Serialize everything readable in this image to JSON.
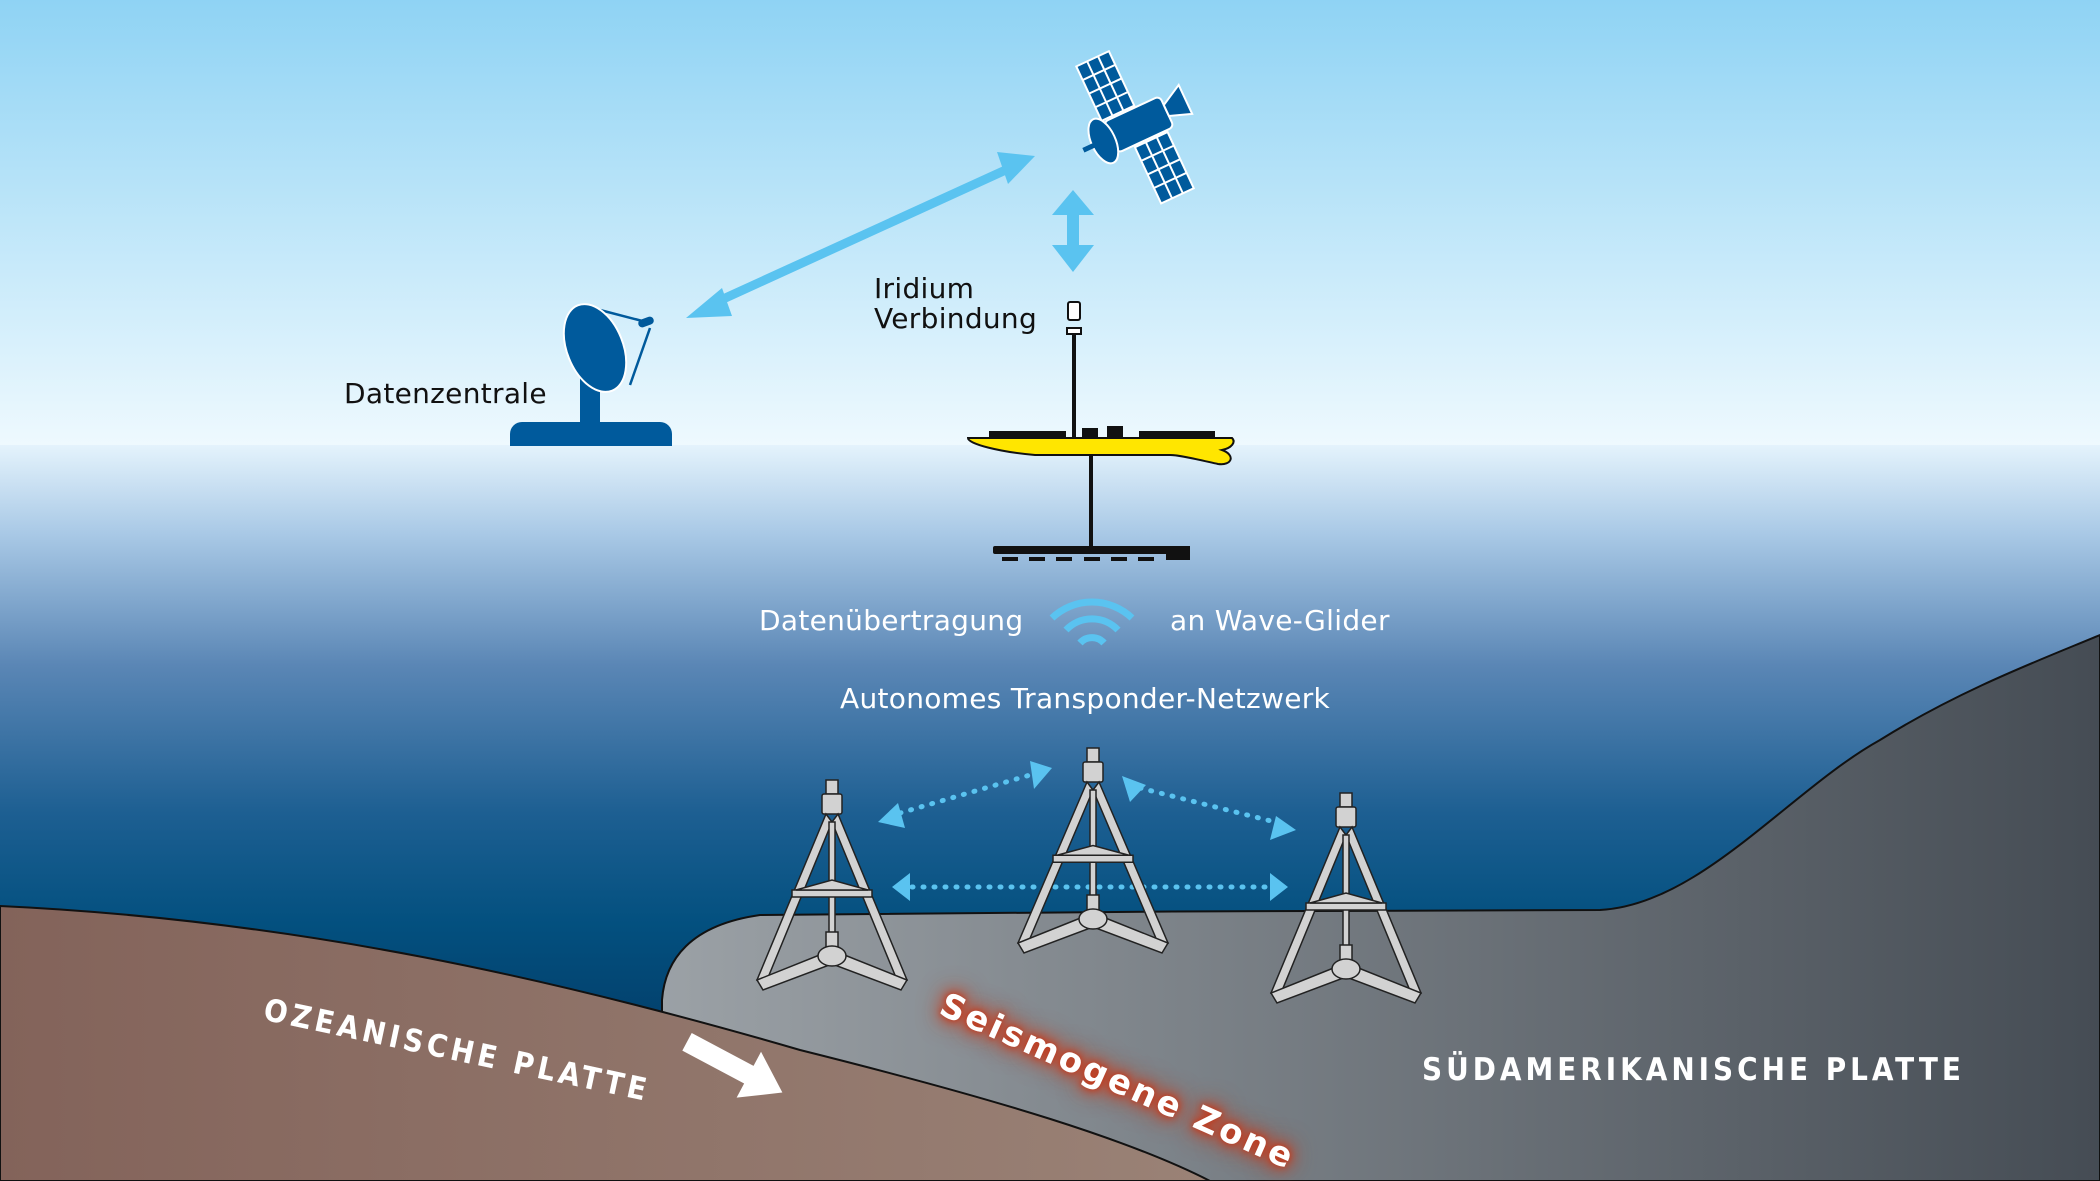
{
  "labels": {
    "data_center": "Datenzentrale",
    "iridium_line1": "Iridium",
    "iridium_line2": "Verbindung",
    "data_transfer": "Datenübertragung",
    "to_wave_glider": "an Wave-Glider",
    "transponder_network": "Autonomes Transponder-Netzwerk",
    "oceanic_plate": "OZEANISCHE PLATTE",
    "south_american_plate": "SÜDAMERIKANISCHE PLATTE",
    "seismogenic_zone": "Seismogene Zone"
  },
  "colors": {
    "sky_top": "#8fd3f4",
    "sky_bottom": "#eaf7fd",
    "sea_top": "#d6ebf8",
    "sea_deep": "#03335c",
    "icon_blue": "#005a9c",
    "arrow_blue": "#5ac3f0",
    "glider_yellow": "#ffe600",
    "oceanic_plate": "#8a6a5c",
    "continental_plate_light": "#9aa0a5",
    "continental_plate_dark": "#474e56",
    "transponder_gray": "#d2d2d2",
    "seismo_glow": "#c0391c"
  },
  "icons": [
    "satellite-icon",
    "satellite-dish-icon",
    "wave-glider-icon",
    "wifi-signal-icon",
    "transponder-icon",
    "plate-motion-arrow-icon"
  ]
}
